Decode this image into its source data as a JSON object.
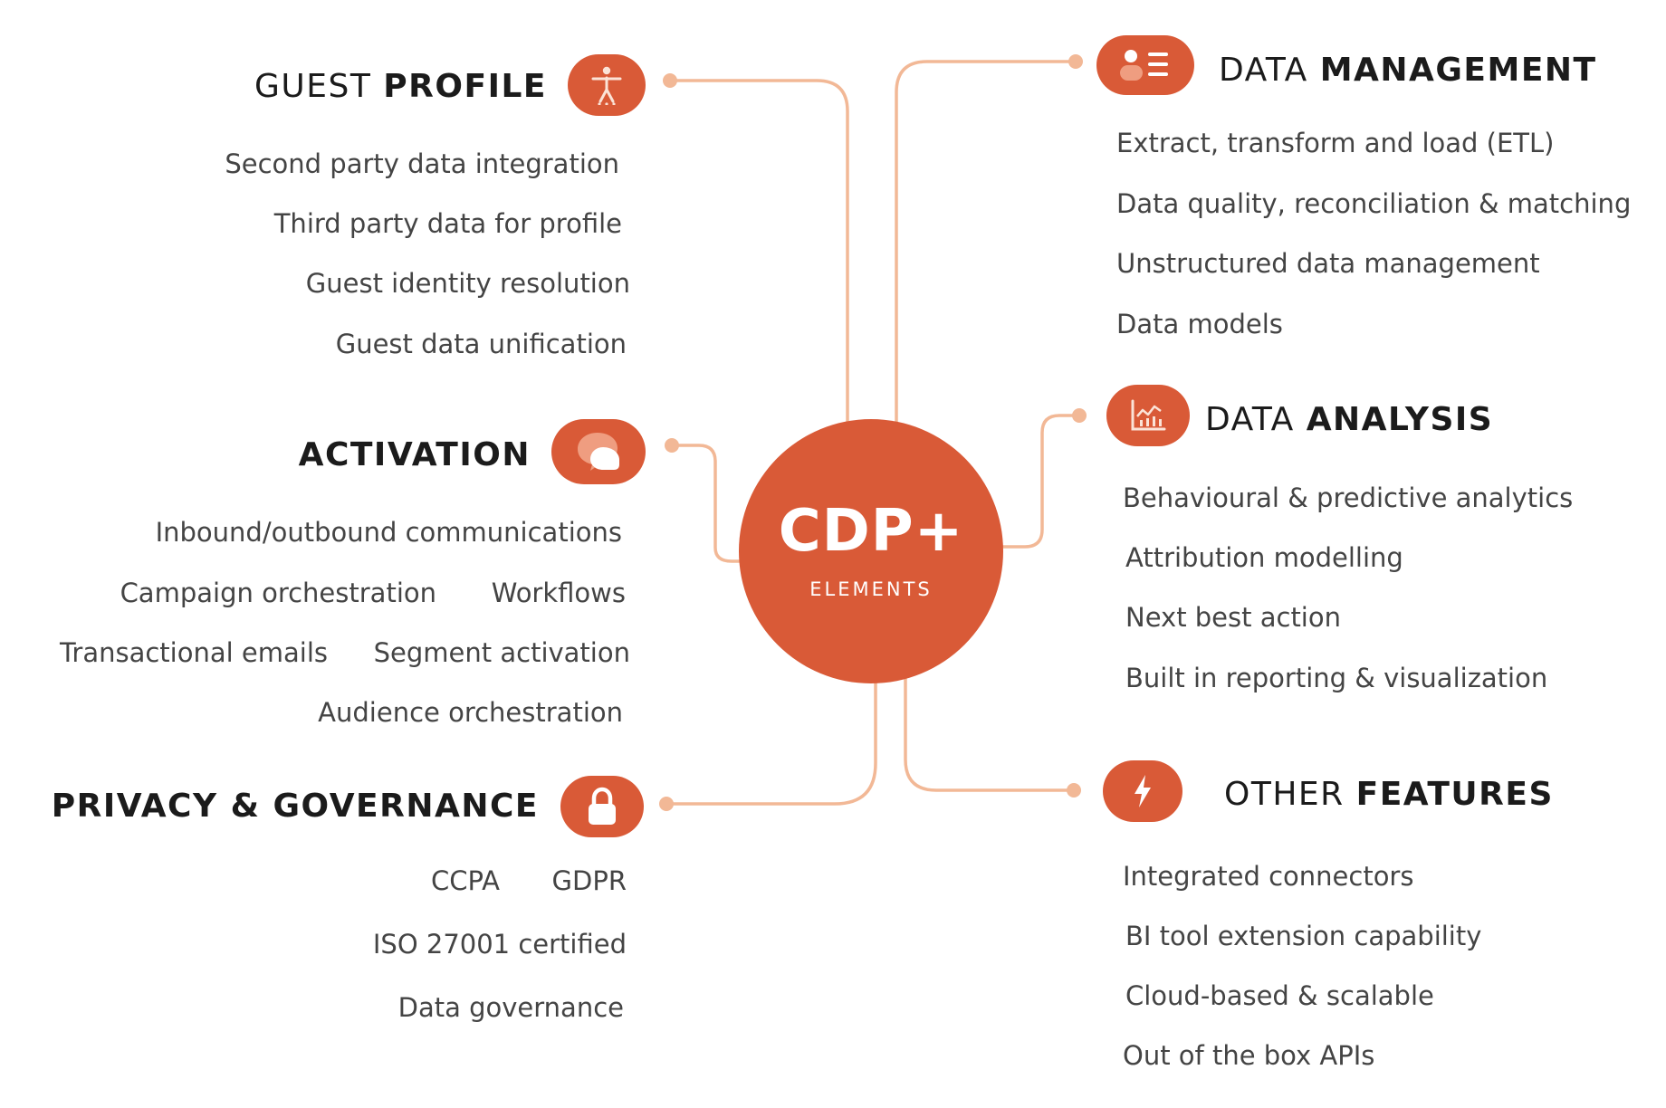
{
  "hub": {
    "title": "CDP+",
    "subtitle": "ELEMENTS"
  },
  "colors": {
    "accent": "#d95a37",
    "connector": "#f2b896",
    "text": "#444444",
    "heading": "#1b1b1b"
  },
  "guest_profile": {
    "heading_light": "GUEST ",
    "heading_bold": "PROFILE",
    "icon": "person-accessibility-icon",
    "items": [
      "Second party data integration",
      "Third party data for profile",
      "Guest identity resolution",
      "Guest data unification"
    ]
  },
  "activation": {
    "heading_light": "",
    "heading_bold": "ACTIVATION",
    "icon": "chat-bubbles-icon",
    "items": [
      "Inbound/outbound communications",
      "Campaign orchestration",
      "Workflows",
      "Transactional emails",
      "Segment activation",
      "Audience orchestration"
    ]
  },
  "privacy": {
    "heading_light": "",
    "heading_bold": "PRIVACY & GOVERNANCE",
    "icon": "lock-icon",
    "items": [
      "CCPA",
      "GDPR",
      "ISO 27001 certified",
      "Data governance"
    ]
  },
  "data_management": {
    "heading_light": "DATA ",
    "heading_bold": "MANAGEMENT",
    "icon": "list-icon",
    "items": [
      "Extract, transform and load (ETL)",
      "Data quality, reconciliation & matching",
      "Unstructured data management",
      "Data models"
    ]
  },
  "data_analysis": {
    "heading_light": "DATA ",
    "heading_bold": "ANALYSIS",
    "icon": "chart-icon",
    "items": [
      "Behavioural & predictive analytics",
      "Attribution modelling",
      "Next best action",
      "Built in reporting & visualization"
    ]
  },
  "other_features": {
    "heading_light": "OTHER ",
    "heading_bold": "FEATURES",
    "icon": "lightning-bolt-icon",
    "items": [
      "Integrated connectors",
      "BI tool extension capability",
      "Cloud-based & scalable",
      "Out of the box APIs"
    ]
  }
}
